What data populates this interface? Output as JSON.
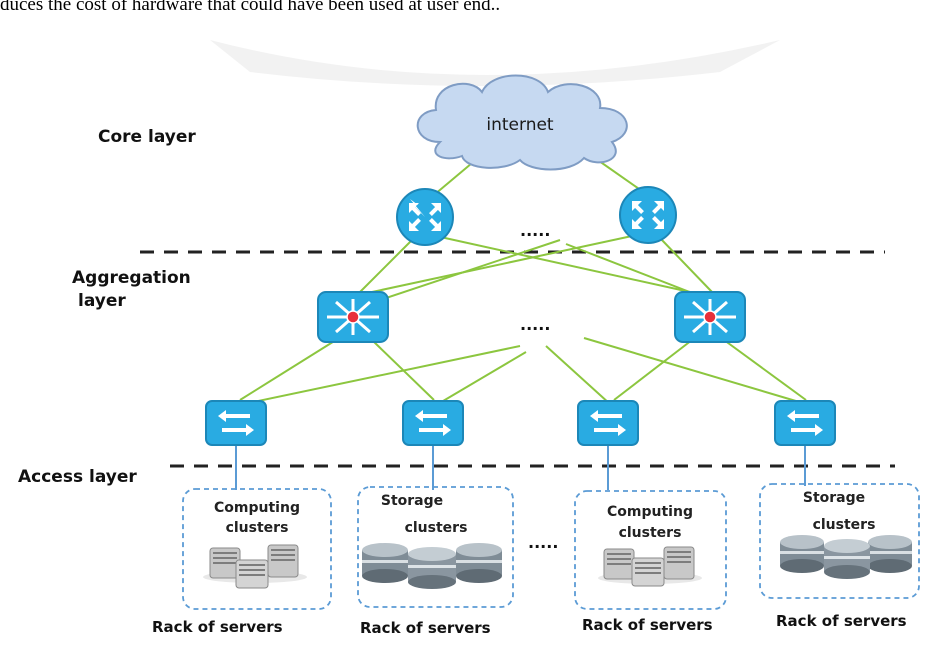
{
  "intro_text": "duces the cost of hardware that could have been used at user end..",
  "layers": {
    "core": "Core layer",
    "aggregation_line1": "Aggregation",
    "aggregation_line2": "layer",
    "access": "Access layer"
  },
  "cloud_label": "internet",
  "ellipsis": ".....",
  "clusters": [
    {
      "line1": "Computing",
      "line2": "clusters",
      "kind": "computing",
      "caption": "Rack of servers"
    },
    {
      "line1": "Storage",
      "line2": "clusters",
      "kind": "storage",
      "caption": "Rack of servers"
    },
    {
      "line1": "Computing",
      "line2": "clusters",
      "kind": "computing",
      "caption": "Rack of servers"
    },
    {
      "line1": "Storage",
      "line2": "clusters",
      "kind": "storage",
      "caption": "Rack of servers"
    }
  ],
  "colors": {
    "link": "#8cc63f",
    "device": "#29abe2",
    "device_border": "#1c87b8",
    "cloud": "#c6d9f1",
    "dashed": "#222222",
    "cluster_border": "#5b9bd5",
    "hub_dot": "#e8303a"
  }
}
